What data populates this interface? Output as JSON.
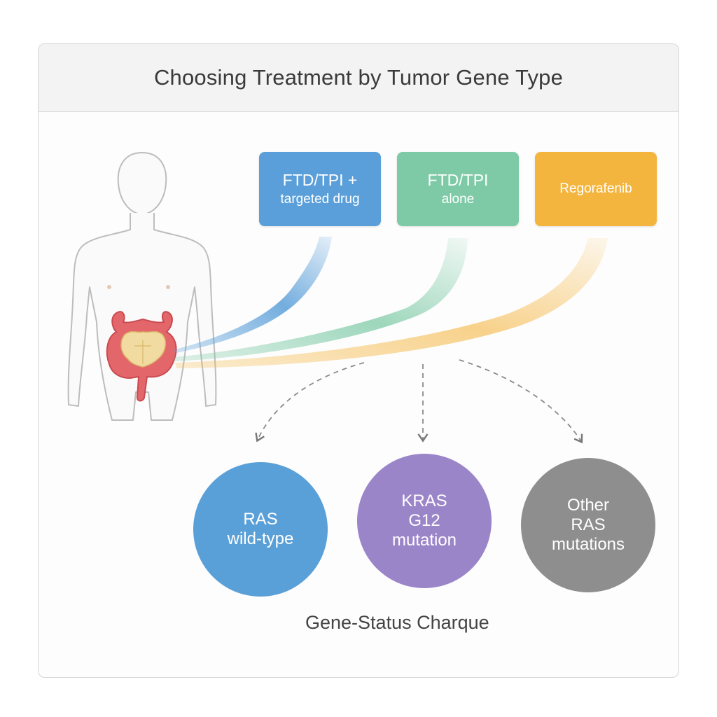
{
  "title": "Choosing Treatment by Tumor Gene Type",
  "treatments": [
    {
      "line1": "FTD/TPI +",
      "line2": "targeted drug",
      "color": "#5a9fd9"
    },
    {
      "line1": "FTD/TPI",
      "line2": "alone",
      "color": "#7ecaa6"
    },
    {
      "line1": "Regorafenib",
      "line2": "",
      "color": "#f4b53f"
    }
  ],
  "gene_types": [
    {
      "lines": [
        "RAS",
        "wild-type"
      ],
      "color": "#5aa0d8"
    },
    {
      "lines": [
        "KRAS",
        "G12",
        "mutation"
      ],
      "color": "#9b85c9"
    },
    {
      "lines": [
        "Other",
        "RAS",
        "mutations"
      ],
      "color": "#8e8e8e"
    }
  ],
  "caption": "Gene-Status Charque",
  "icons": [
    "human-body-icon",
    "colon-organ-icon"
  ]
}
